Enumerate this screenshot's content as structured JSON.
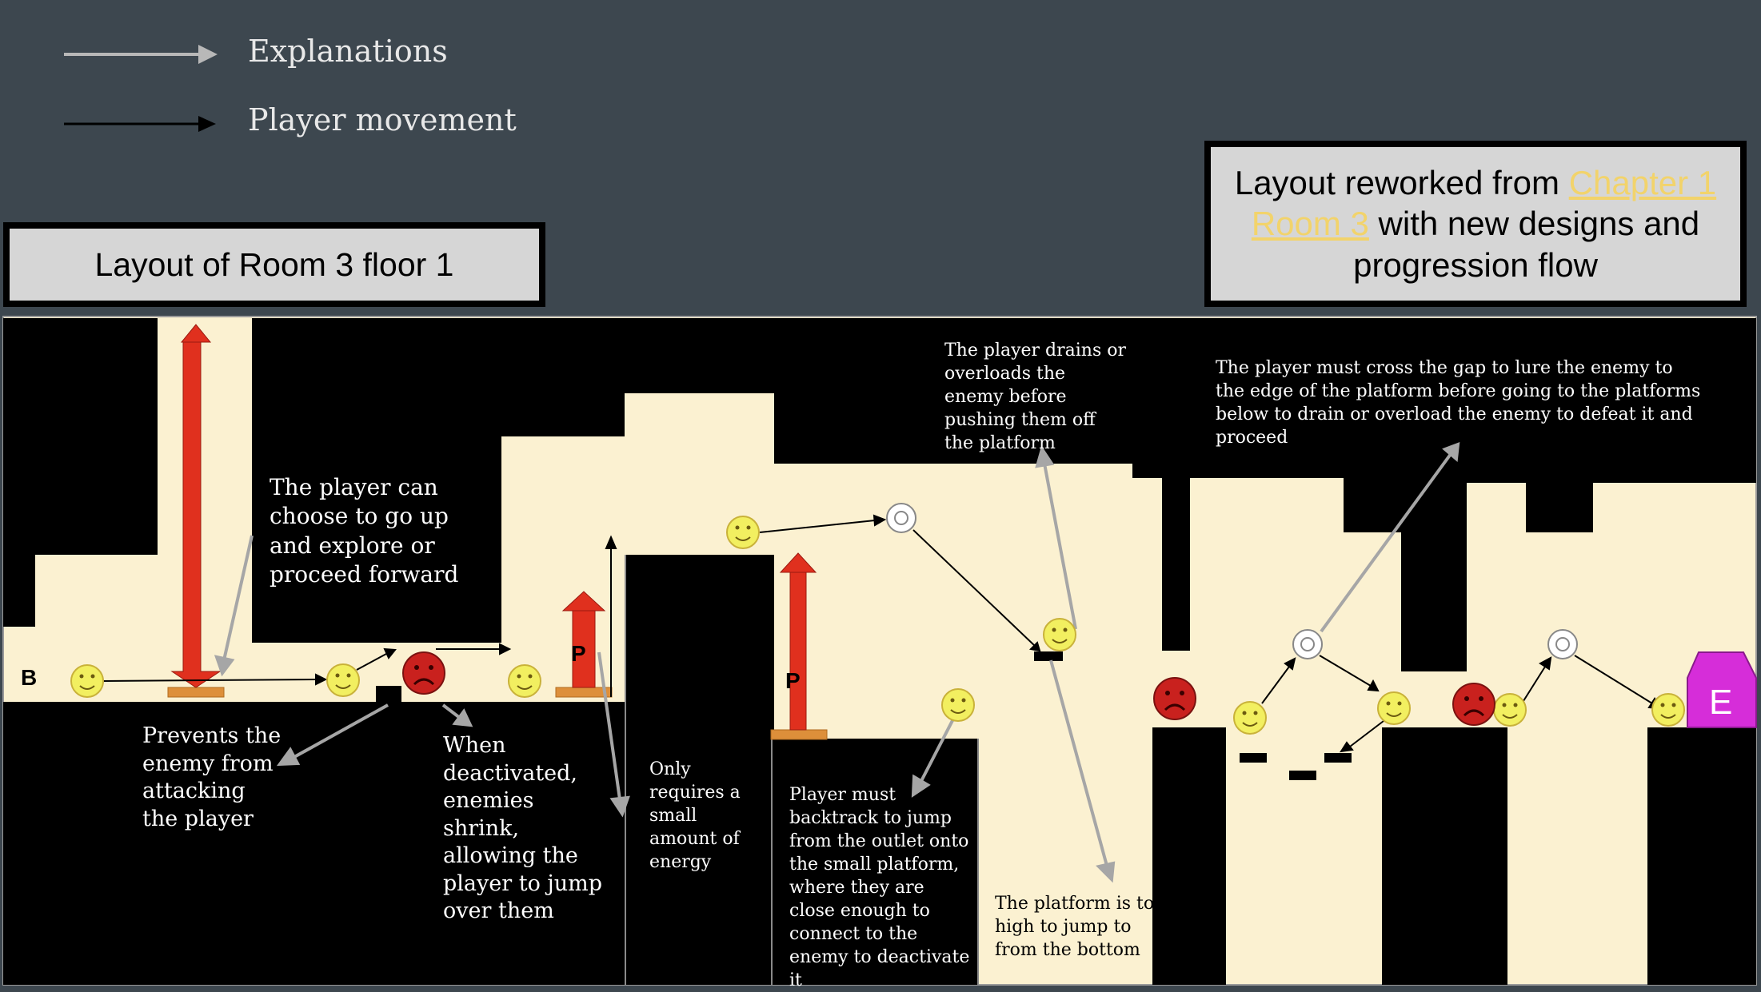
{
  "legend": {
    "explanations": "Explanations",
    "player_movement": "Player movement"
  },
  "title_left": "Layout of Room 3 floor 1",
  "title_right": {
    "prefix": "Layout reworked from ",
    "link": "Chapter 1 Room 3",
    "suffix": " with new designs and progression flow"
  },
  "labels": {
    "start": "B",
    "plug_1": "P",
    "plug_2": "P",
    "exit": "E"
  },
  "notes": {
    "explore": "The player can choose to go up and explore or proceed forward",
    "prevents": "Prevents the enemy from attacking the player",
    "deactivated": "When deactivated, enemies shrink, allowing the player to jump over them",
    "energy": "Only requires a small amount of energy",
    "backtrack": "Player must backtrack to jump from the outlet onto the small platform, where they are close enough to connect to the enemy to deactivate it",
    "drains": "The player drains or overloads the enemy before pushing them off the platform",
    "high": "The platform is to high to jump to from the bottom",
    "gap": "The player must cross the gap to lure the enemy to the edge of the platform before going to the platforms below to drain or overload the enemy to defeat it and proceed"
  },
  "colors": {
    "background": "#3d474f",
    "floor": "#fbf1d1",
    "wall": "#000000",
    "player": "#f2ef60",
    "enemy": "#c9211e",
    "energy_beam": "#e0301e",
    "outlet": "#dd8f3a",
    "exit": "#d62dd9",
    "explanation_arrow": "#a6a6a6",
    "movement_arrow": "#000000"
  }
}
